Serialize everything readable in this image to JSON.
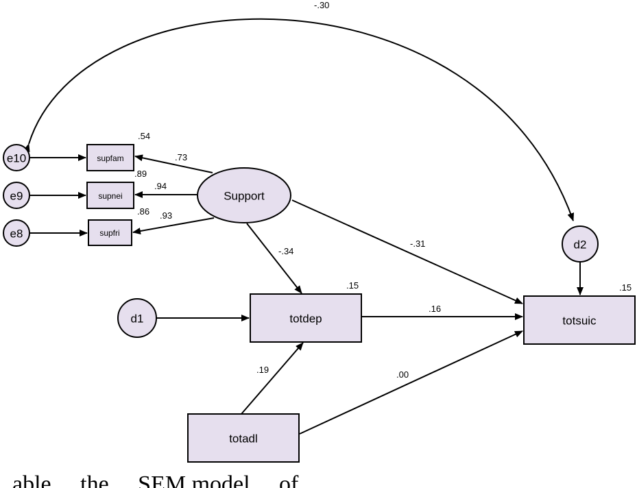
{
  "nodes": {
    "e10": "e10",
    "e9": "e9",
    "e8": "e8",
    "d1": "d1",
    "d2": "d2",
    "supfam": "supfam",
    "supnei": "supnei",
    "supfri": "supfri",
    "support": "Support",
    "totdep": "totdep",
    "totsuic": "totsuic",
    "totadl": "totadl"
  },
  "coefficients": {
    "cov_e10_d2": "-.30",
    "r2_supfam": ".54",
    "r2_supnei": ".89",
    "r2_supfri": ".86",
    "support_supfam": ".73",
    "support_supnei": ".94",
    "support_supfri": ".93",
    "support_totdep": "-.34",
    "support_totsuic": "-.31",
    "r2_totdep": ".15",
    "r2_totsuic": ".15",
    "totdep_totsuic": ".16",
    "totadl_totdep": ".19",
    "totadl_totsuic": ".00"
  },
  "caption": "able ... the ... SEM model ... of ..."
}
